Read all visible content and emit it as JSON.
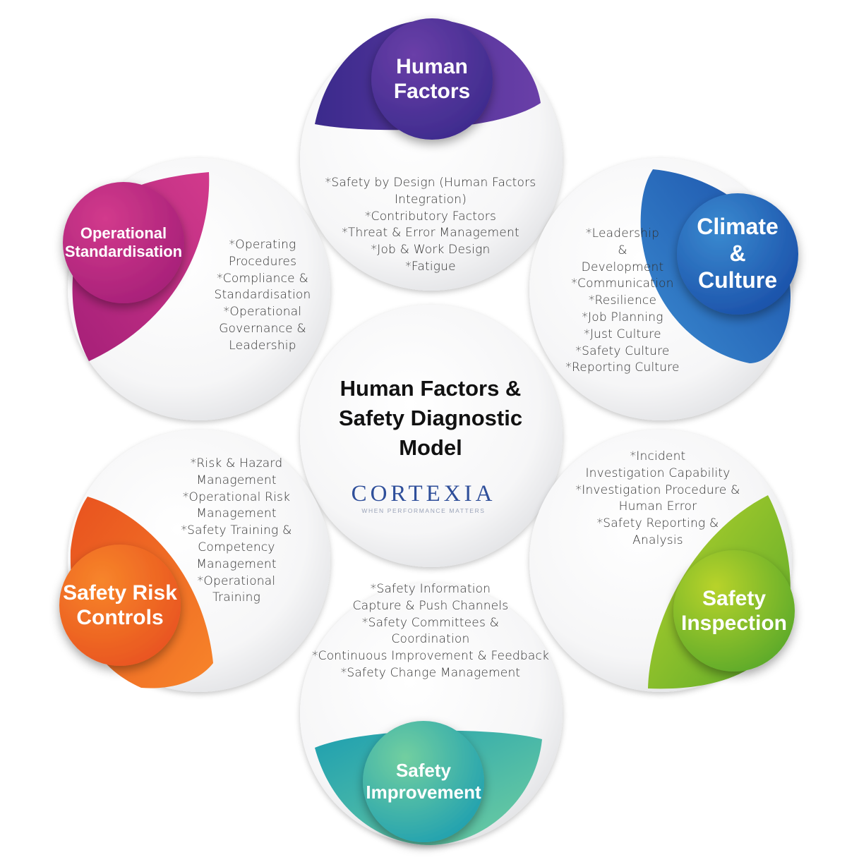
{
  "title": [
    "Human Factors &",
    "Safety Diagnostic",
    "Model"
  ],
  "logo": {
    "name": "CORTEXIA",
    "tagline": "WHEN PERFORMANCE MATTERS",
    "color": "#2f4f9a"
  },
  "segments": [
    {
      "id": "human-factors",
      "label": [
        "Human",
        "Factors"
      ],
      "colors": [
        "#3b2a8c",
        "#6a3fa8"
      ],
      "items": [
        "*Safety by Design (Human Factors",
        "Integration)",
        "*Contributory Factors",
        "*Threat & Error Management",
        "*Job & Work Design",
        "*Fatigue"
      ]
    },
    {
      "id": "climate-culture",
      "label": [
        "Climate",
        "&",
        "Culture"
      ],
      "colors": [
        "#1a4fa8",
        "#3a8ad0"
      ],
      "items": [
        "*Leadership",
        "&",
        "Development",
        "*Communication",
        "*Resilience",
        "*Job Planning",
        "*Just Culture",
        "*Safety Culture",
        "*Reporting Culture"
      ]
    },
    {
      "id": "safety-inspection",
      "label": [
        "Safety",
        "Inspection"
      ],
      "colors": [
        "#58a82a",
        "#b8d32c"
      ],
      "items": [
        "*Incident",
        "Investigation Capability",
        "*Investigation Procedure &",
        "Human Error",
        "*Safety Reporting &",
        "Analysis"
      ]
    },
    {
      "id": "safety-improvement",
      "label": [
        "Safety",
        "Improvement"
      ],
      "colors": [
        "#1e9fb0",
        "#72cfa0"
      ],
      "items": [
        "*Safety Information",
        "Capture & Push Channels",
        "*Safety Committees &",
        "Coordination",
        "*Continuous Improvement & Feedback",
        "*Safety Change Management"
      ]
    },
    {
      "id": "safety-risk-controls",
      "label": [
        "Safety Risk",
        "Controls"
      ],
      "colors": [
        "#e8521f",
        "#f7852a"
      ],
      "items": [
        "*Risk & Hazard",
        "Management",
        "*Operational Risk",
        "Management",
        "*Safety Training &",
        "Competency",
        "Management",
        "*Operational",
        "Training"
      ]
    },
    {
      "id": "operational-standardisation",
      "label": [
        "Operational",
        "Standardisation"
      ],
      "colors": [
        "#a51f78",
        "#d23a8c"
      ],
      "items": [
        "*Operating",
        "Procedures",
        "*Compliance &",
        "Standardisation",
        "*Operational",
        "Governance &",
        "Leadership"
      ]
    }
  ]
}
